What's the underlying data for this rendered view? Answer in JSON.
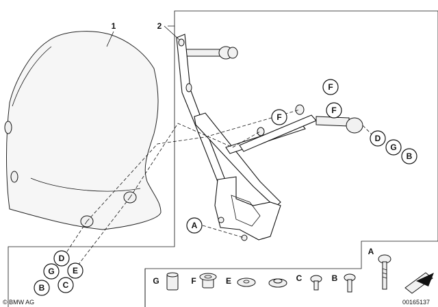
{
  "part_numbers": {
    "windshield": "1",
    "bracket_kit": "2"
  },
  "callouts": {
    "bracket_F_top": "F",
    "bracket_F_mid": "F",
    "bracket_F_right": "F",
    "bracket_D": "D",
    "bracket_G": "G",
    "bracket_B": "B",
    "bracket_A": "A",
    "shield_D": "D",
    "shield_G": "G",
    "shield_E": "E",
    "shield_B": "B",
    "shield_C": "C"
  },
  "legend": {
    "items": [
      {
        "label": "G",
        "icon": "spacer-sleeve-icon"
      },
      {
        "label": "F",
        "icon": "flange-bushing-icon"
      },
      {
        "label": "E",
        "icon": "washer-icon"
      },
      {
        "label": "",
        "icon": "rubber-grommet-icon"
      },
      {
        "label": "C",
        "icon": "short-screw-icon"
      },
      {
        "label": "B",
        "icon": "screw-icon"
      },
      {
        "label": "A",
        "icon": "long-bolt-icon"
      }
    ]
  },
  "footer": {
    "copyright": "© BMW AG",
    "drawing_number": "00165137"
  }
}
